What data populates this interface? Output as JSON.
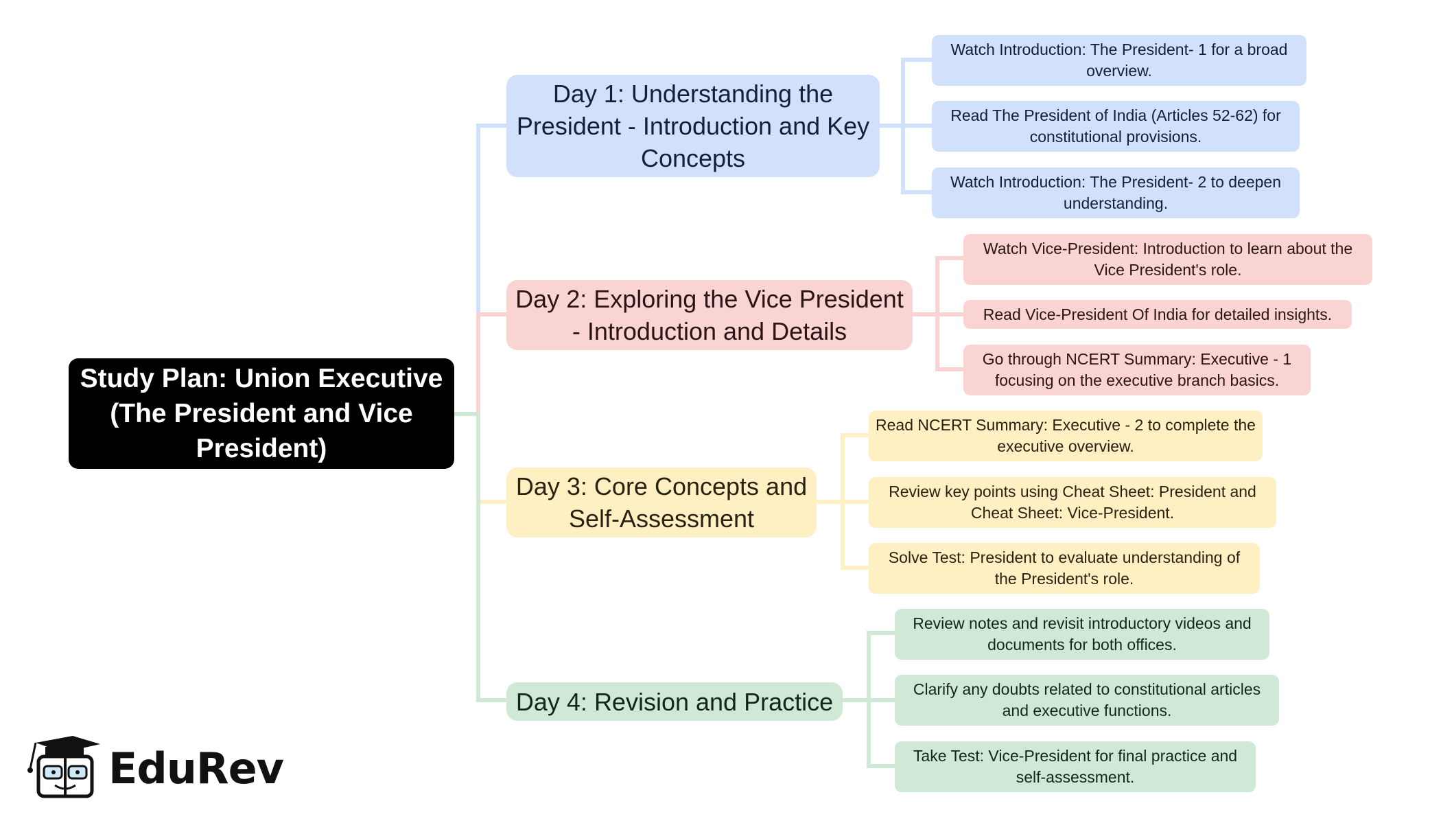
{
  "root": {
    "label": "Study Plan: Union Executive (The President and Vice President)"
  },
  "colors": {
    "root": "#000000",
    "day1": "#d1e1fb",
    "day2": "#f9d4d2",
    "day3": "#fff0c3",
    "day4": "#d0e9d6"
  },
  "days": [
    {
      "label": "Day 1: Understanding the President - Introduction and Key Concepts",
      "tasks": [
        "Watch Introduction: The President- 1 for a broad overview.",
        "Read The President of India (Articles 52-62) for constitutional provisions.",
        "Watch Introduction: The President- 2 to deepen understanding."
      ]
    },
    {
      "label": "Day 2: Exploring the Vice President - Introduction and Details",
      "tasks": [
        "Watch Vice-President: Introduction to learn about the Vice President's role.",
        "Read Vice-President Of India for detailed insights.",
        "Go through NCERT Summary: Executive - 1 focusing on the executive branch basics."
      ]
    },
    {
      "label": "Day 3: Core Concepts and Self-Assessment",
      "tasks": [
        "Read NCERT Summary: Executive - 2 to complete the executive overview.",
        "Review key points using Cheat Sheet: President and Cheat Sheet: Vice-President.",
        "Solve Test: President to evaluate understanding of the President's role."
      ]
    },
    {
      "label": "Day 4: Revision and Practice",
      "tasks": [
        "Review notes and revisit introductory videos and documents for both offices.",
        "Clarify any doubts related to constitutional articles and executive functions.",
        "Take Test: Vice-President for final practice and self-assessment."
      ]
    }
  ],
  "brand": {
    "name": "EduRev",
    "logo_icon": "graduation-cap-mascot-icon"
  }
}
